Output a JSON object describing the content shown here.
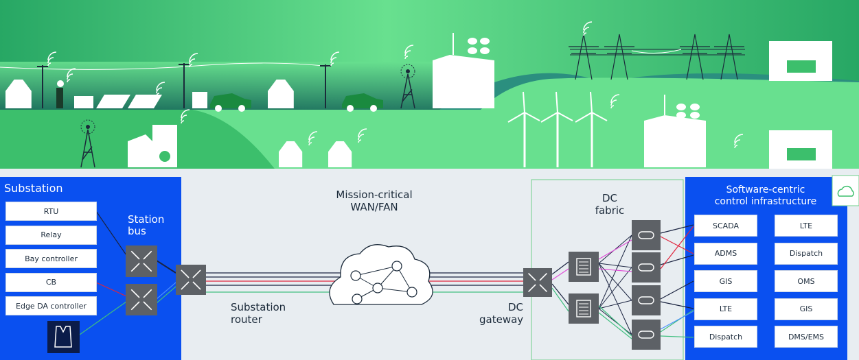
{
  "colors": {
    "sky_top": "#27a764",
    "sky_light": "#68e08f",
    "hill_green": "#3cbf6c",
    "teal": "#2b8f7f",
    "ground_dark": "#1d6f5e",
    "blue_panel": "#0a50f0",
    "grey_panel": "#e8edf1",
    "device_grey": "#5d6166",
    "link_dark": "#1a2340",
    "link_red": "#e0243c",
    "link_green": "#3fbf7f",
    "link_pink": "#e050d8",
    "link_blue": "#4a90ff"
  },
  "substation": {
    "title": "Substation",
    "devices": [
      "RTU",
      "Relay",
      "Bay controller",
      "CB",
      "Edge DA controller"
    ],
    "station_bus_label": "Station\nbus",
    "vest_icon": "safety-vest-icon"
  },
  "wan": {
    "title": "Mission-critical\nWAN/FAN",
    "router_label": "Substation\nrouter",
    "gateway_label": "DC\ngateway"
  },
  "dc": {
    "fabric_label": "DC\nfabric"
  },
  "control": {
    "title": "Software-centric\ncontrol infrastructure",
    "left_apps": [
      "SCADA",
      "ADMS",
      "GIS",
      "LTE",
      "Dispatch"
    ],
    "right_apps": [
      "LTE",
      "Dispatch",
      "OMS",
      "GIS",
      "DMS/EMS"
    ],
    "cloud_icon": "cloud-icon"
  }
}
